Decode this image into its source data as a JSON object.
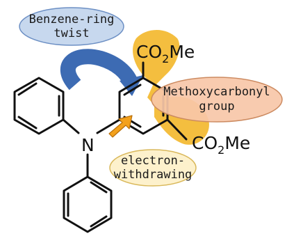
{
  "molecule": {
    "nitrogen_label": "N",
    "ester_top": {
      "prefix": "CO",
      "subscript": "2",
      "suffix": "Me"
    },
    "ester_bottom": {
      "prefix": "CO",
      "subscript": "2",
      "suffix": "Me"
    }
  },
  "annotations": {
    "twist": {
      "line1": "Benzene-ring",
      "line2": "twist"
    },
    "methoxy": {
      "line1": "Methoxycarbonyl",
      "line2": "group"
    },
    "electron": {
      "line1": "electron-",
      "line2": "withdrawing"
    }
  },
  "colors": {
    "bond": "#111111",
    "twist_arrow": "#3d6bb3",
    "twist_bubble_fill": "#c7d8ee",
    "twist_bubble_stroke": "#6c8fc4",
    "highlight": "#f3b72a",
    "methoxy_bubble_fill": "#f7c7a8",
    "methoxy_bubble_stroke": "#cc8a60",
    "electron_bubble_fill": "#fdf1cc",
    "electron_bubble_stroke": "#d9b85a",
    "push_arrow": "#f3a11c"
  }
}
